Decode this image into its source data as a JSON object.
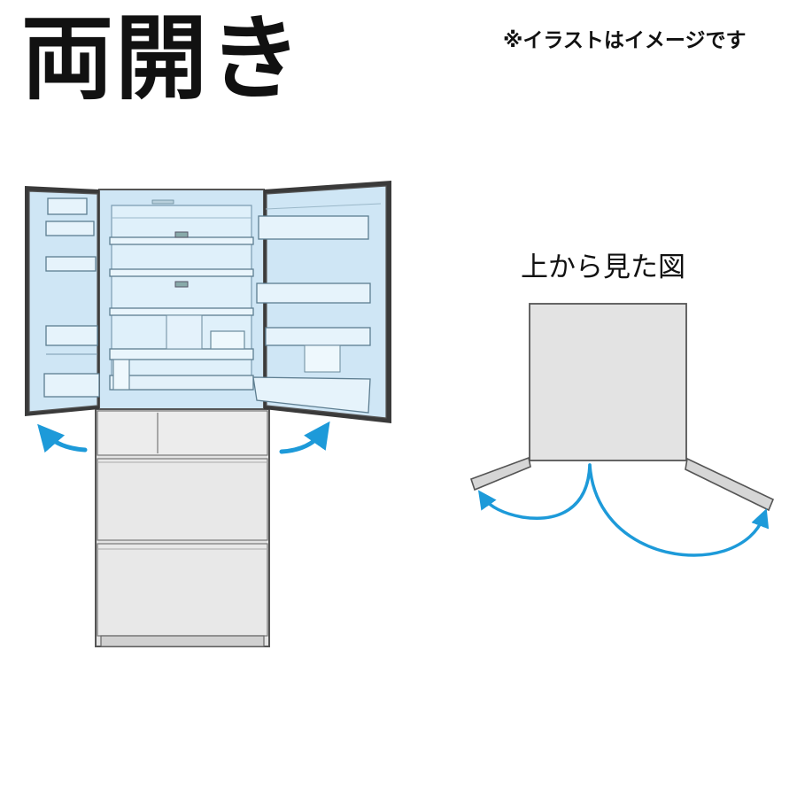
{
  "title": "両開き",
  "note": "※イラストはイメージです",
  "topview_label": "上から見た図",
  "colors": {
    "interior": "#cfe6f5",
    "interior_light": "#dff0fa",
    "outline": "#555555",
    "door_frame": "#3a3a3a",
    "body": "#e3e3e3",
    "door_panel": "#d6d6d6",
    "arrow": "#1d9ad9"
  },
  "icons": [
    "open-left-arrow-icon",
    "open-right-arrow-icon",
    "swing-left-arrow-icon",
    "swing-right-arrow-icon"
  ]
}
